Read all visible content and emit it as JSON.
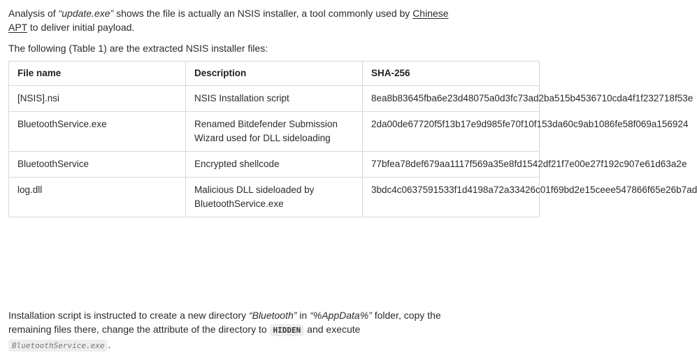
{
  "intro": {
    "part1": "Analysis of ",
    "filename": "“update.exe”",
    "part2": " shows the file is actually an NSIS installer, a tool commonly used  by ",
    "link": "Chinese APT",
    "part3": " to deliver initial payload."
  },
  "table_intro": "The following (Table 1) are the extracted NSIS installer files:",
  "table": {
    "headers": [
      "File name",
      "Description",
      "SHA-256"
    ],
    "rows": [
      {
        "name": "[NSIS].nsi",
        "desc": "NSIS Installation script",
        "hash": "8ea8b83645fba6e23d48075a0d3fc73ad2ba515b4536710cda4f1f232718f53e"
      },
      {
        "name": "BluetoothService.exe",
        "desc": "Renamed Bitdefender Submission Wizard used for DLL sideloading",
        "hash": "2da00de67720f5f13b17e9d985fe70f10f153da60c9ab1086fe58f069a156924"
      },
      {
        "name": "BluetoothService",
        "desc": "Encrypted shellcode",
        "hash": "77bfea78def679aa1117f569a35e8fd1542df21f7e00e27f192c907e61d63a2e"
      },
      {
        "name": "log.dll",
        "desc": "Malicious DLL sideloaded by BluetoothService.exe",
        "hash": "3bdc4c0637591533f1d4198a72a33426c01f69bd2e15ceee547866f65e26b7ad"
      }
    ]
  },
  "outro": {
    "part1": "Installation script is instructed to create a new directory ",
    "dir": "“Bluetooth”",
    "part2": " in ",
    "appdata": "“%AppData%”",
    "part3": " folder, copy the remaining files there, change the attribute of the directory to ",
    "attr": "HIDDEN",
    "part4": " and execute ",
    "exe": "BluetoothService.exe",
    "part5": "."
  }
}
